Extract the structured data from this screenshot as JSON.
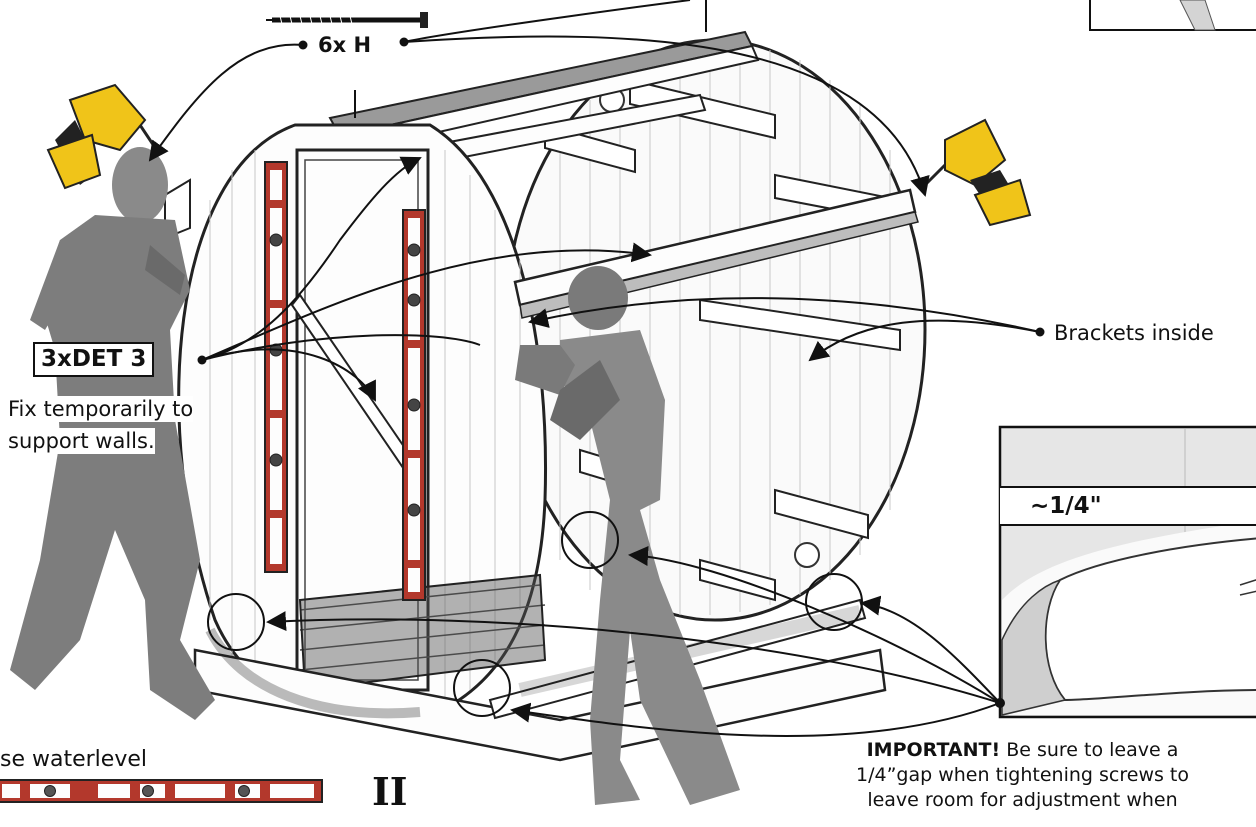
{
  "labels": {
    "screw_callout": "6x H",
    "det_callout": "3xDET 3",
    "fix_note_line1": "Fix temporarily to",
    "fix_note_line2": "support walls.",
    "brackets_callout": "Brackets inside",
    "gap_callout": "~1/4\"",
    "level_caption": "se waterlevel",
    "step_number": "II",
    "important_prefix": "IMPORTANT!",
    "important_line1_rest": " Be sure to leave a",
    "important_line2": "1/4”gap when tightening screws to",
    "important_line3": "leave room for adjustment when"
  },
  "colors": {
    "ink": "#111111",
    "level_red": "#b3382c",
    "figure_gray": "#8a8a8a",
    "figure_dark": "#6a6a6a",
    "drill_yellow": "#f0c419",
    "drill_black": "#222222",
    "wood_white": "#fdfdfd",
    "detail_gray": "#d9d9d9"
  },
  "icons": {
    "drill_left": "power-drill-icon",
    "drill_right": "power-drill-icon",
    "screw": "screw-icon",
    "water_level": "water-level-icon"
  }
}
